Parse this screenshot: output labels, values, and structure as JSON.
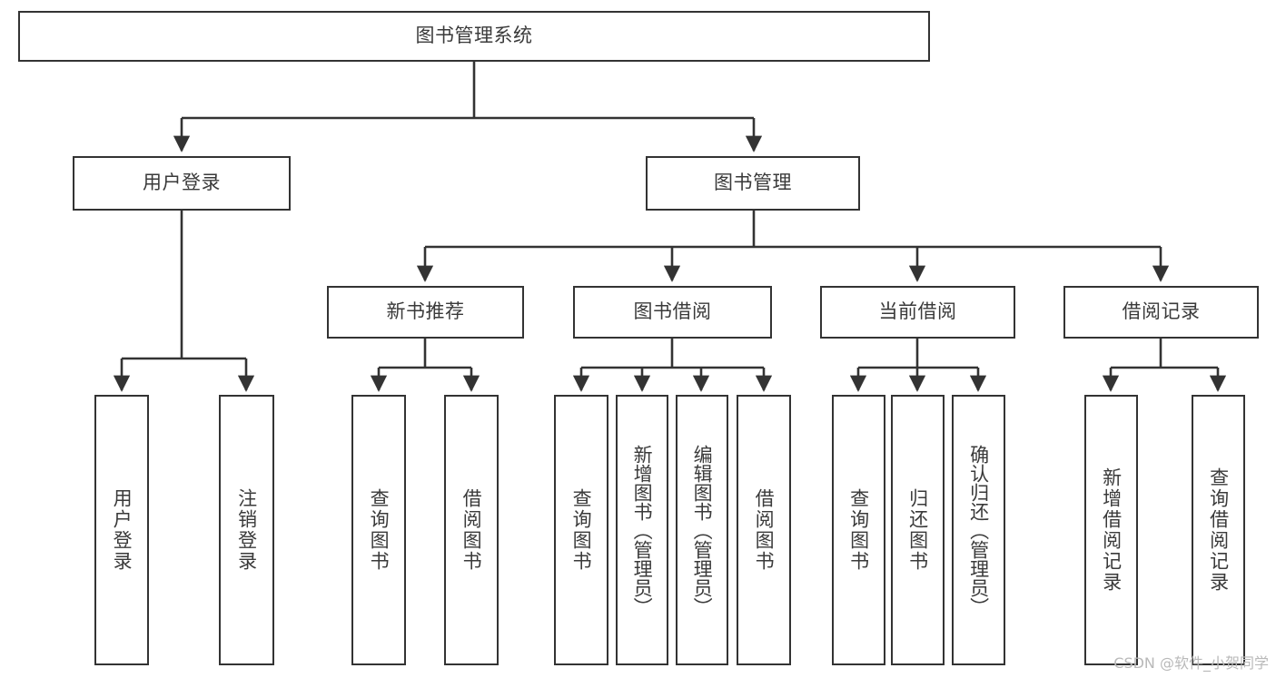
{
  "diagram": {
    "title": "图书管理系统",
    "watermark": "CSDN @软件_小贺同学",
    "line_color": "#333333",
    "box_border_color": "#333333",
    "background": "#ffffff",
    "text_color": "#3a3a3a",
    "root": {
      "label": "图书管理系统"
    },
    "level1": [
      {
        "label": "用户登录"
      },
      {
        "label": "图书管理"
      }
    ],
    "level2": [
      {
        "label": "新书推荐"
      },
      {
        "label": "图书借阅"
      },
      {
        "label": "当前借阅"
      },
      {
        "label": "借阅记录"
      }
    ],
    "leaves": {
      "user_login": [
        {
          "label": "用户登录"
        },
        {
          "label": "注销登录"
        }
      ],
      "new_book": [
        {
          "label": "查询图书"
        },
        {
          "label": "借阅图书"
        }
      ],
      "borrow": [
        {
          "label": "查询图书"
        },
        {
          "label": "新增图书（管理员）"
        },
        {
          "label": "编辑图书（管理员）"
        },
        {
          "label": "借阅图书"
        }
      ],
      "current": [
        {
          "label": "查询图书"
        },
        {
          "label": "归还图书"
        },
        {
          "label": "确认归还（管理员）"
        }
      ],
      "records": [
        {
          "label": "新增借阅记录"
        },
        {
          "label": "查询借阅记录"
        }
      ]
    }
  }
}
